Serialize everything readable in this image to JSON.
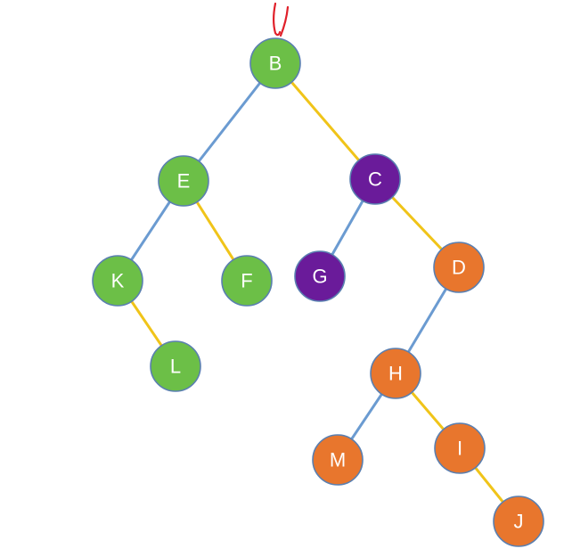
{
  "colors": {
    "left_edge": "#6b9bd1",
    "right_edge": "#f0c419",
    "group_green": "#6cbf47",
    "group_purple": "#6a1b9a",
    "group_orange": "#e8762d",
    "pen": "#e0202a"
  },
  "pen_mark_icon": "red-pen-arrow-icon",
  "nodes": [
    {
      "id": "B",
      "label": "B",
      "group": "green"
    },
    {
      "id": "E",
      "label": "E",
      "group": "green"
    },
    {
      "id": "C",
      "label": "C",
      "group": "purple"
    },
    {
      "id": "K",
      "label": "K",
      "group": "green"
    },
    {
      "id": "F",
      "label": "F",
      "group": "green"
    },
    {
      "id": "G",
      "label": "G",
      "group": "purple"
    },
    {
      "id": "D",
      "label": "D",
      "group": "orange"
    },
    {
      "id": "L",
      "label": "L",
      "group": "green"
    },
    {
      "id": "H",
      "label": "H",
      "group": "orange"
    },
    {
      "id": "M",
      "label": "M",
      "group": "orange"
    },
    {
      "id": "I",
      "label": "I",
      "group": "orange"
    },
    {
      "id": "J",
      "label": "J",
      "group": "orange"
    }
  ],
  "edges": [
    {
      "from": "B",
      "to": "E",
      "side": "left"
    },
    {
      "from": "B",
      "to": "C",
      "side": "right"
    },
    {
      "from": "E",
      "to": "K",
      "side": "left"
    },
    {
      "from": "E",
      "to": "F",
      "side": "right"
    },
    {
      "from": "K",
      "to": "L",
      "side": "right"
    },
    {
      "from": "C",
      "to": "G",
      "side": "left"
    },
    {
      "from": "C",
      "to": "D",
      "side": "right"
    },
    {
      "from": "D",
      "to": "H",
      "side": "left"
    },
    {
      "from": "H",
      "to": "M",
      "side": "left"
    },
    {
      "from": "H",
      "to": "I",
      "side": "right"
    },
    {
      "from": "I",
      "to": "J",
      "side": "right"
    }
  ]
}
